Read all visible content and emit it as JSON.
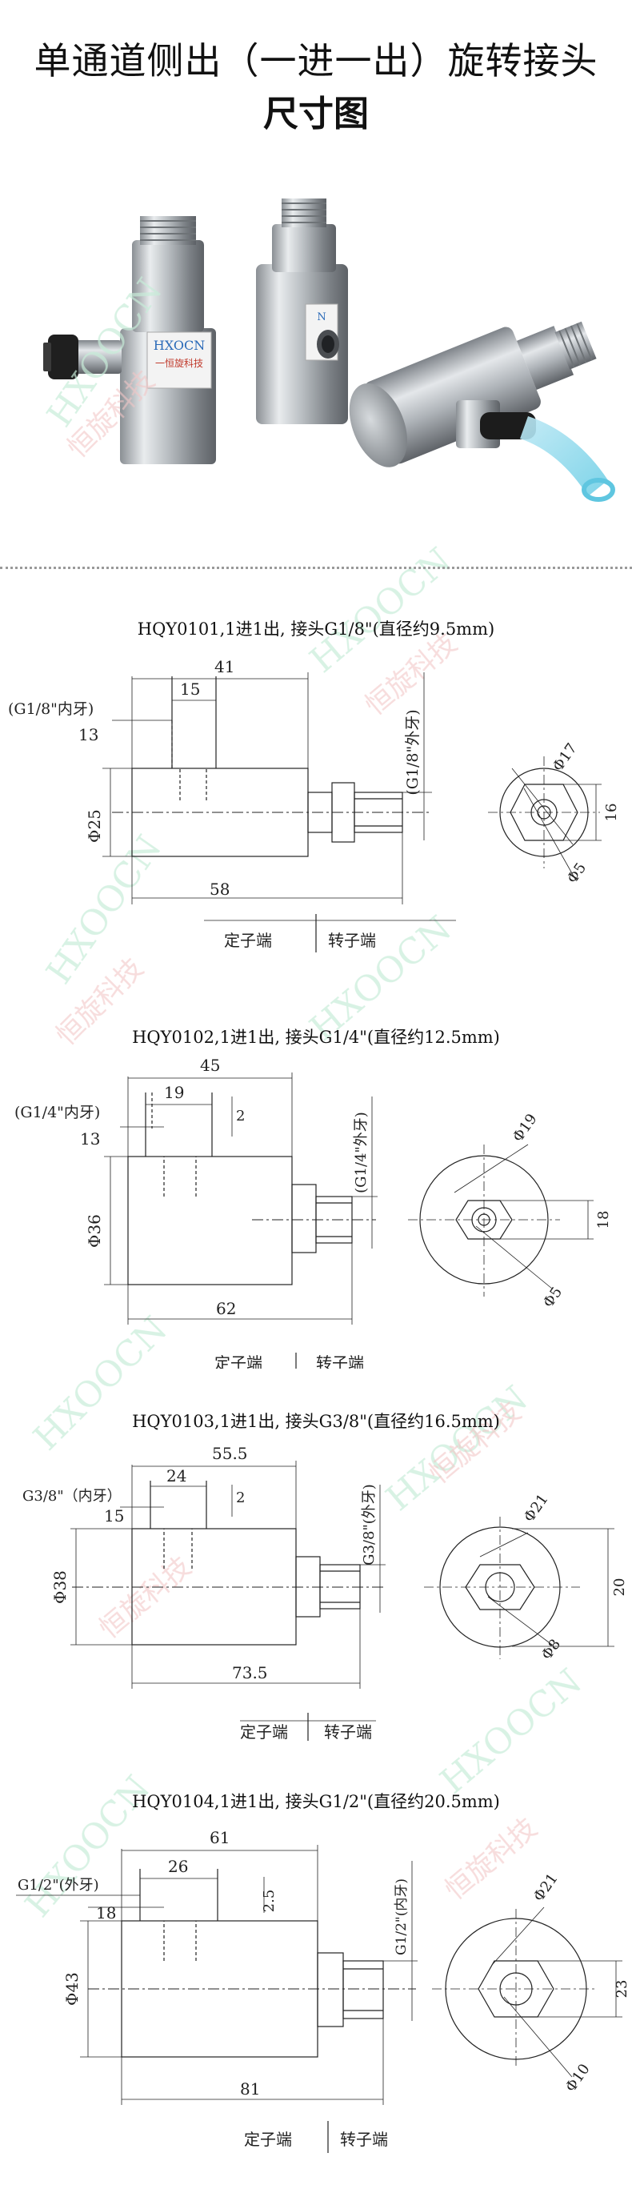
{
  "header": {
    "title": "单通道侧出（一进一出）旋转接头",
    "subtitle": "尺寸图"
  },
  "photo": {
    "brand_mark": "HXOCN",
    "brand_cn": "一恒旋科技"
  },
  "watermark": {
    "latin": "HXOOCN",
    "cn": "恒旋科技"
  },
  "models": [
    {
      "heading": "HQY0101,1进1出, 接头G1/8\"(直径约9.5mm)",
      "inlet_thread": "(G1/8\"内牙)",
      "outlet_thread": "(G1/8\"外牙)",
      "dim_top": "41",
      "dim_port": "15",
      "dim_port_offset": "13",
      "dim_diameter": "Φ25",
      "dim_length": "58",
      "dim_hex": "Φ17",
      "dim_hole": "Φ5",
      "dim_flat": "16",
      "stator": "定子端",
      "rotor": "转子端"
    },
    {
      "heading": "HQY0102,1进1出, 接头G1/4\"(直径约12.5mm)",
      "inlet_thread": "(G1/4\"内牙)",
      "outlet_thread": "(G1/4\"外牙)",
      "dim_top": "45",
      "dim_port": "19",
      "dim_port_offset": "13",
      "dim_step": "2",
      "dim_diameter": "Φ36",
      "dim_length": "62",
      "dim_hex": "Φ19",
      "dim_hole": "Φ5",
      "dim_flat": "18",
      "stator": "定子端",
      "rotor": "转子端"
    },
    {
      "heading": "HQY0103,1进1出, 接头G3/8\"(直径约16.5mm)",
      "inlet_thread": "G3/8\"（内牙）",
      "outlet_thread": "G3/8\"(外牙)",
      "dim_top": "55.5",
      "dim_port": "24",
      "dim_port_offset": "15",
      "dim_step": "2",
      "dim_diameter": "Φ38",
      "dim_length": "73.5",
      "dim_hex": "Φ21",
      "dim_hole": "Φ8",
      "dim_flat": "20",
      "stator": "定子端",
      "rotor": "转子端"
    },
    {
      "heading": "HQY0104,1进1出, 接头G1/2\"(直径约20.5mm)",
      "inlet_thread": "G1/2\"(外牙)",
      "outlet_thread": "G1/2\"(内牙)",
      "dim_top": "61",
      "dim_port": "26",
      "dim_port_offset": "18",
      "dim_step": "2.5",
      "dim_diameter": "Φ43",
      "dim_length": "81",
      "dim_hex": "Φ21",
      "dim_hole": "Φ10",
      "dim_flat": "23",
      "stator": "定子端",
      "rotor": "转子端"
    }
  ]
}
